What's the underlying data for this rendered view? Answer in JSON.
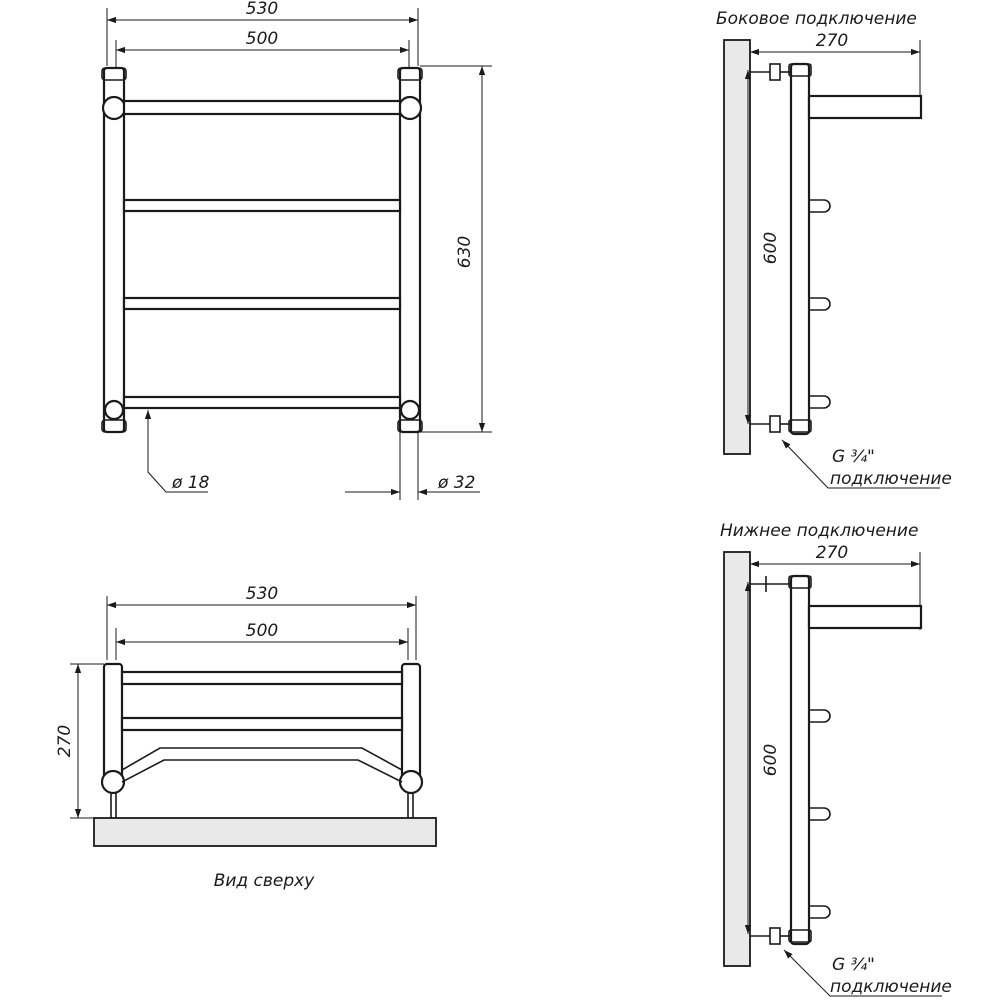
{
  "front_view": {
    "width_outer": "530",
    "width_inner": "500",
    "height": "630",
    "rail_diameter": "ø 18",
    "pipe_diameter": "ø 32"
  },
  "top_view": {
    "width_outer": "530",
    "width_inner": "500",
    "depth": "270",
    "caption": "Вид сверху"
  },
  "side_connection": {
    "title": "Боковое подключение",
    "depth": "270",
    "height": "600",
    "connector_line1": "G ¾\"",
    "connector_line2": "подключение"
  },
  "bottom_connection": {
    "title": "Нижнее подключение",
    "depth": "270",
    "height": "600",
    "connector_line1": "G ¾\"",
    "connector_line2": "подключение"
  }
}
